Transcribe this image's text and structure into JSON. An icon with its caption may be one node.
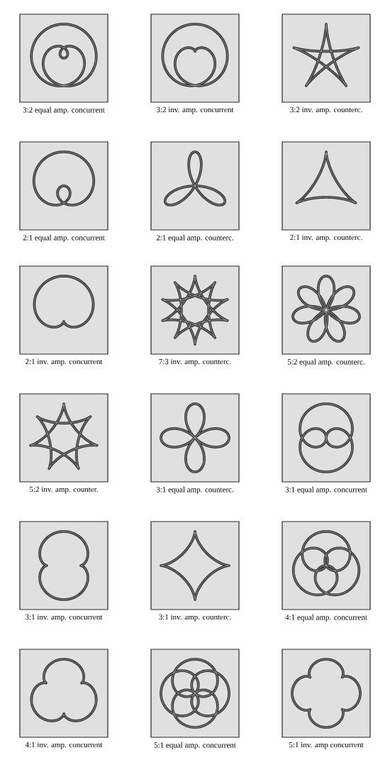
{
  "diagram": {
    "nodes": [
      {
        "text": [
          "3:2 equal amp. concurrent"
        ]
      },
      {
        "text": [
          "3:2 inv. amp. concurrent"
        ]
      },
      {
        "text": [
          "3:2 inv. amp. counterc."
        ]
      },
      {
        "text": [
          "2:1 equal amp. concurrent"
        ]
      },
      {
        "text": [
          "2:1 equal amp. counterc."
        ]
      },
      {
        "text": [
          "2:1 inv. amp. counterc."
        ]
      },
      {
        "text": [
          "2:1 inv. amp. concurrent"
        ]
      },
      {
        "text": [
          "7:3 inv. amp. counterc."
        ]
      },
      {
        "text": [
          "5:2 equal amp. counterc."
        ]
      },
      {
        "text": [
          "5:2 inv. amp. counter."
        ]
      },
      {
        "text": [
          "3:1 equal amp. counterc."
        ]
      },
      {
        "text": [
          "3:1 equal amp. concurrent"
        ]
      },
      {
        "text": [
          "3:1 inv. amp. concurrent"
        ]
      },
      {
        "text": [
          "3:1 inv. amp. counterc."
        ]
      },
      {
        "text": [
          "4:1 equal amp. concurrent"
        ]
      },
      {
        "text": [
          "4:1 inv. amp. concurrent"
        ]
      },
      {
        "text": [
          "5:1 equal amp. concurrent"
        ]
      },
      {
        "text": [
          "5:1 inv. amp concurrent"
        ]
      }
    ]
  }
}
